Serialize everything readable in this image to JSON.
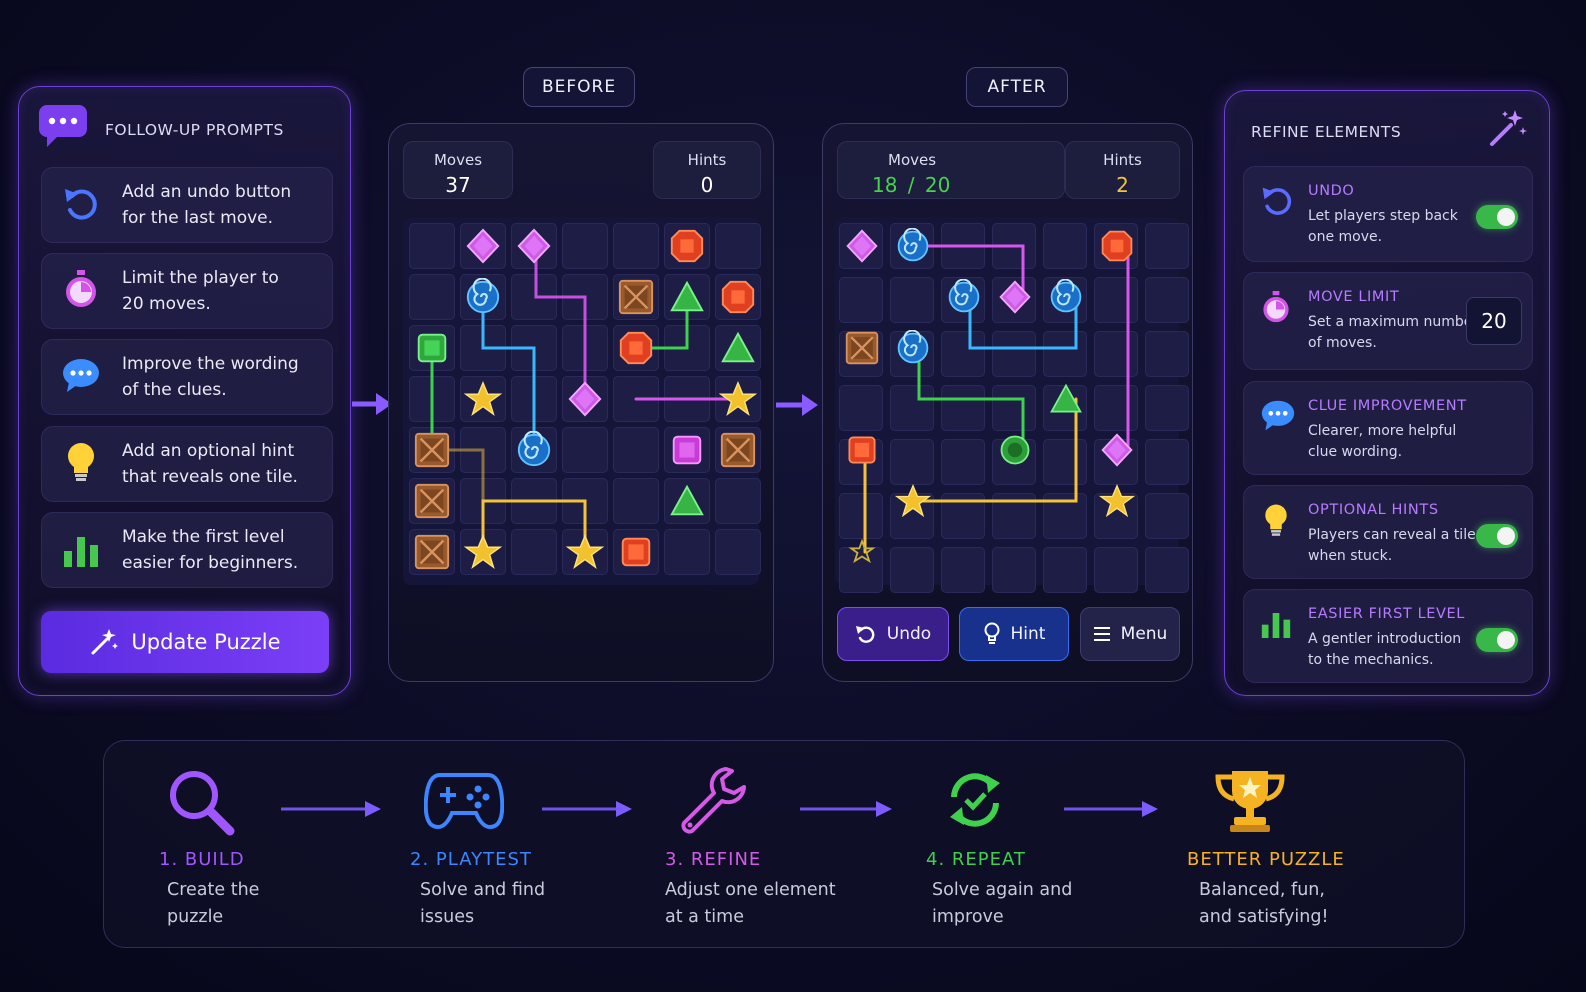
{
  "prompts": {
    "title": "FOLLOW-UP PROMPTS",
    "items": [
      {
        "text": "Add an undo button\nfor the last move.",
        "icon": "undo-icon",
        "color": "#4a76ff"
      },
      {
        "text": "Limit the player to\n20 moves.",
        "icon": "stopwatch-icon",
        "color": "#d254e8"
      },
      {
        "text": "Improve the wording\nof the clues.",
        "icon": "chat-bubble-icon",
        "color": "#3a8cff"
      },
      {
        "text": "Add an optional hint\nthat reveals one tile.",
        "icon": "lightbulb-icon",
        "color": "#ffd23a"
      },
      {
        "text": "Make the first level\neasier for beginners.",
        "icon": "bar-chart-icon",
        "color": "#46c84e"
      }
    ],
    "update_button": "Update Puzzle"
  },
  "before": {
    "label": "BEFORE",
    "moves_label": "Moves",
    "moves_value": "37",
    "hints_label": "Hints",
    "hints_value": "0"
  },
  "after": {
    "label": "AFTER",
    "moves_label": "Moves",
    "moves_value": "18 / 20",
    "hints_label": "Hints",
    "hints_value": "2",
    "undo_button": "Undo",
    "hint_button": "Hint",
    "menu_button": "Menu"
  },
  "refine": {
    "title": "REFINE ELEMENTS",
    "move_limit_value": "20",
    "items": [
      {
        "name": "UNDO",
        "desc": "Let players step back\none move.",
        "icon": "undo-icon",
        "toggle": "on"
      },
      {
        "name": "MOVE LIMIT",
        "desc": "Set a maximum number\nof moves.",
        "icon": "stopwatch-icon",
        "toggle": "value"
      },
      {
        "name": "CLUE IMPROVEMENT",
        "desc": "Clearer, more helpful\nclue wording.",
        "icon": "chat-bubble-icon",
        "toggle": "none"
      },
      {
        "name": "OPTIONAL HINTS",
        "desc": "Players can reveal a tile\nwhen stuck.",
        "icon": "lightbulb-icon",
        "toggle": "on"
      },
      {
        "name": "EASIER FIRST LEVEL",
        "desc": "A gentler introduction\nto the mechanics.",
        "icon": "bar-chart-icon",
        "toggle": "on"
      }
    ]
  },
  "steps": [
    {
      "title": "1. BUILD",
      "desc": "Create the\npuzzle",
      "icon": "magnifier-icon",
      "color": "#a056ff"
    },
    {
      "title": "2. PLAYTEST",
      "desc": "Solve and find\nissues",
      "icon": "gamepad-icon",
      "color": "#3d86ff"
    },
    {
      "title": "3. REFINE",
      "desc": "Adjust one element\nat a time",
      "icon": "wrench-icon",
      "color": "#d45ae6"
    },
    {
      "title": "4. REPEAT",
      "desc": "Solve again and\nimprove",
      "icon": "repeat-icon",
      "color": "#3fd04d"
    },
    {
      "title": "BETTER PUZZLE",
      "desc": "Balanced, fun,\nand satisfying!",
      "icon": "trophy-icon",
      "color": "#f5b323"
    }
  ],
  "colors": {
    "accent": "#6d3fd6",
    "green": "#3fc04a",
    "gold": "#f5c33a",
    "purple": "#b67bff"
  }
}
